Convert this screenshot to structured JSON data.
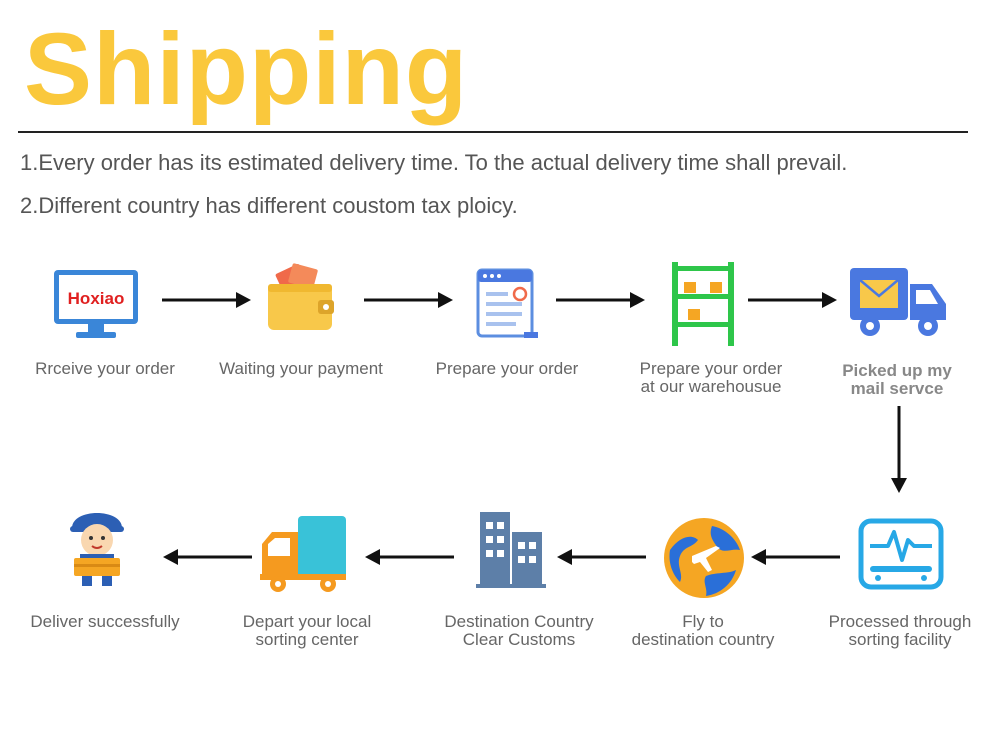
{
  "title": "Shipping",
  "colors": {
    "title": "#FAC83C",
    "text": "#666666",
    "brand": "#E02020",
    "screen": "#3A86D8",
    "wallet": "#F8C84A",
    "green": "#2EC64A",
    "truck_blue": "#4A78E0",
    "cyan": "#27A8E6",
    "building": "#5D7FA8",
    "orange": "#F59A1F"
  },
  "notes": [
    "1.Every order has its estimated delivery time. To the actual delivery time shall prevail.",
    "2.Different country has different coustom tax ploicy."
  ],
  "brand": "Hoxiao",
  "steps": [
    {
      "icon": "computer-monitor-icon",
      "lines": [
        "Rrceive your order"
      ]
    },
    {
      "icon": "wallet-icon",
      "lines": [
        "Waiting your payment"
      ]
    },
    {
      "icon": "document-icon",
      "lines": [
        "Prepare your order"
      ]
    },
    {
      "icon": "warehouse-shelf-icon",
      "lines": [
        "Prepare your order",
        "at our warehousue"
      ]
    },
    {
      "icon": "mail-truck-icon",
      "lines": [
        "Picked up my",
        "mail servce"
      ]
    },
    {
      "icon": "sorting-machine-icon",
      "lines": [
        "Processed through",
        "sorting facility"
      ]
    },
    {
      "icon": "globe-plane-icon",
      "lines": [
        "Fly to",
        "destination country"
      ]
    },
    {
      "icon": "customs-building-icon",
      "lines": [
        "Destination Country",
        "Clear Customs"
      ]
    },
    {
      "icon": "delivery-truck-icon",
      "lines": [
        "Depart your local",
        "sorting center"
      ]
    },
    {
      "icon": "courier-icon",
      "lines": [
        "Deliver successfully"
      ]
    }
  ]
}
